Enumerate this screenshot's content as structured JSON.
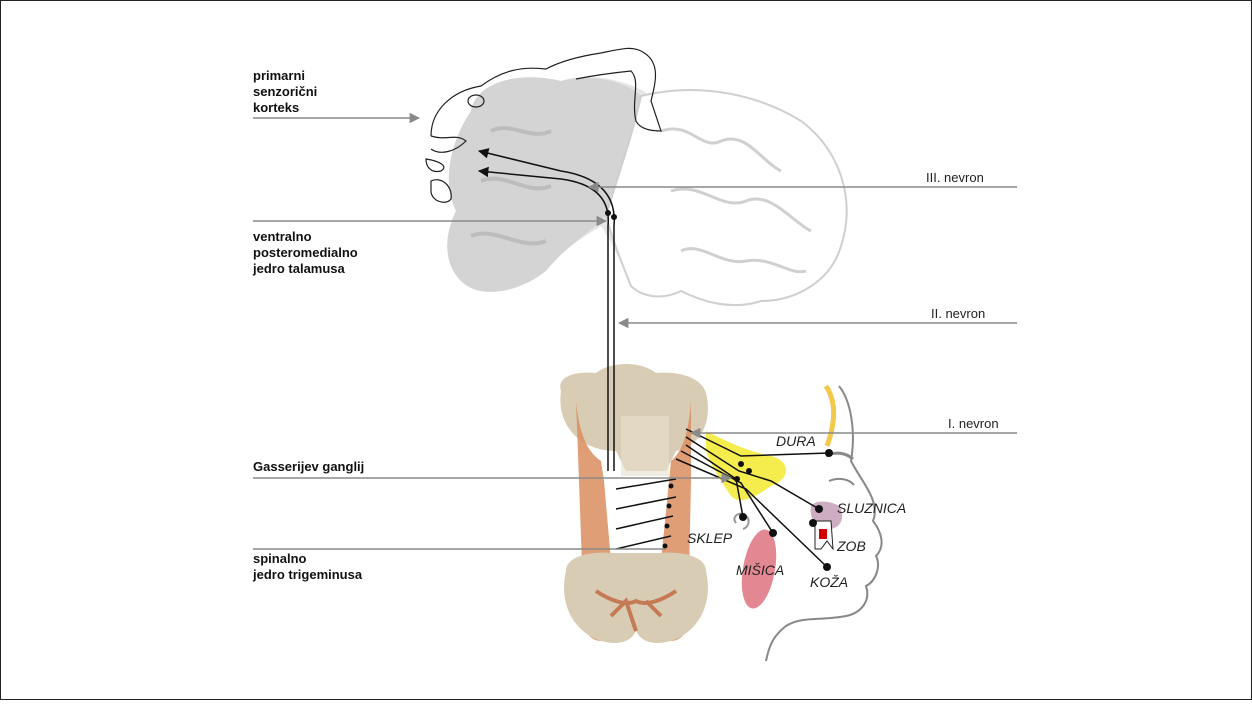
{
  "left_labels": {
    "cortex": [
      "primarni",
      "senzorični",
      "korteks"
    ],
    "thalamus": [
      "ventralno",
      "posteromedialno",
      "jedro talamusa"
    ],
    "ganglion": [
      "Gasserijev ganglij"
    ],
    "spinal": [
      "spinalno",
      "jedro trigeminusa"
    ]
  },
  "right_labels": {
    "neuron3": "III. nevron",
    "neuron2": "II. nevron",
    "neuron1": "I. nevron"
  },
  "target_labels": {
    "dura": "DURA",
    "sluznica": "SLUZNICA",
    "zob": "ZOB",
    "sklep": "SKLEP",
    "misica": "MIŠICA",
    "koza": "KOŽA"
  },
  "colors": {
    "brain": "#d9d9d9",
    "brainstem": "#d9ccb5",
    "nucleus": "#d98d5e",
    "ganglion": "#f4ea3a",
    "muscle": "#e07a86",
    "mucosa": "#b98aa8",
    "dura": "#f2c94c",
    "arrow": "#8a8a8a"
  }
}
